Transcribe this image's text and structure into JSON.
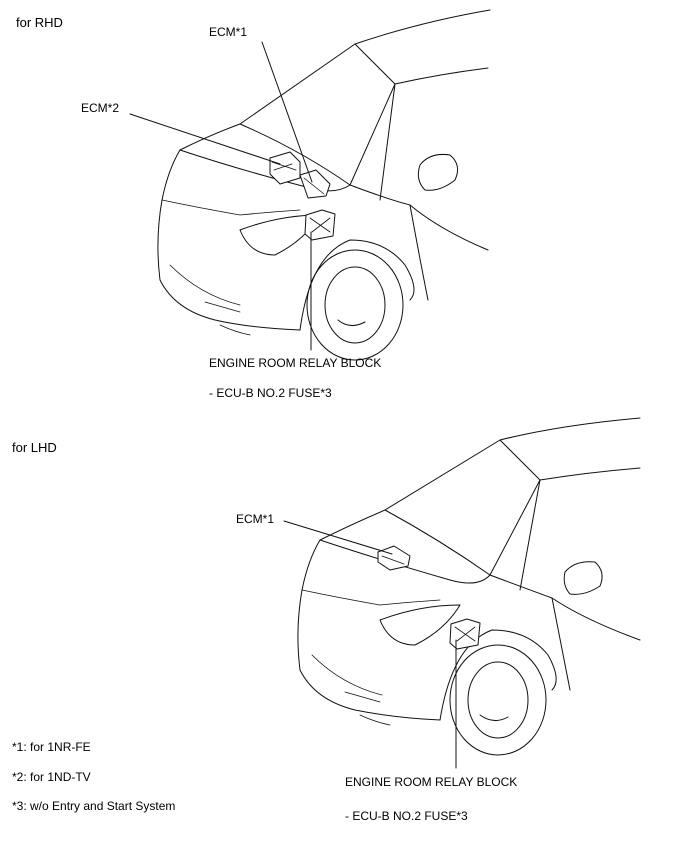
{
  "rhd": {
    "heading": "for RHD",
    "labels": {
      "ecm1": "ECM*1",
      "ecm2": "ECM*2",
      "relay_block": "ENGINE ROOM RELAY BLOCK",
      "fuse": "- ECU-B NO.2 FUSE*3"
    }
  },
  "lhd": {
    "heading": "for LHD",
    "labels": {
      "ecm1": "ECM*1",
      "relay_block": "ENGINE ROOM RELAY BLOCK",
      "fuse": "- ECU-B NO.2 FUSE*3"
    }
  },
  "notes": [
    "*1: for 1NR-FE",
    "*2: for 1ND-TV",
    "*3: w/o Entry and Start System"
  ]
}
